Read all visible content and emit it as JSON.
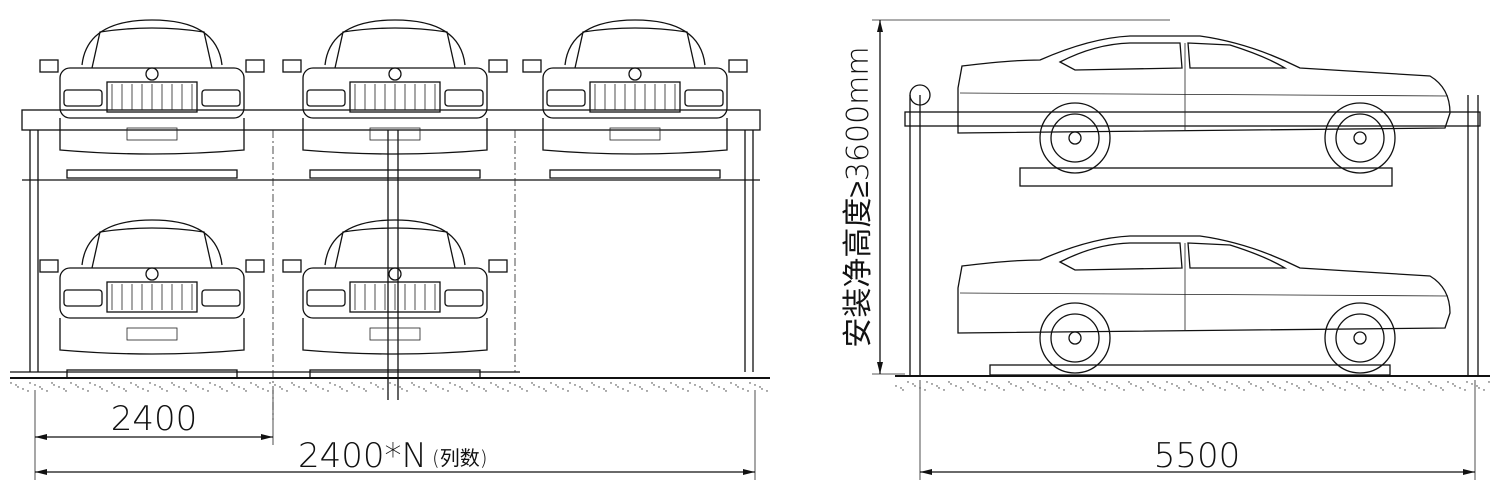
{
  "front_view": {
    "column_width_label": "2400",
    "total_width_label": "2400*N",
    "total_width_note": "(列数)"
  },
  "side_view": {
    "length_label": "5500",
    "height_label": "安装净高度≥3600mm"
  }
}
